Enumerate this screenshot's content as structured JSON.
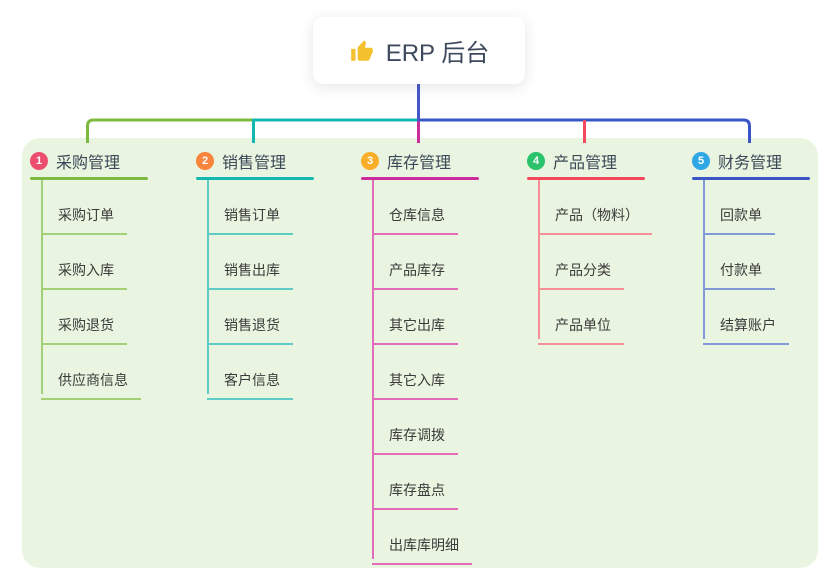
{
  "root": {
    "label": "ERP 后台",
    "icon": "thumbs-up-icon",
    "icon_color": "#f5c02e"
  },
  "branches": [
    {
      "num": "1",
      "title": "采购管理",
      "badge_color": "#ec4e6e",
      "line_color": "#7fba40",
      "child_line_color": "#a2d077",
      "items": [
        "采购订单",
        "采购入库",
        "采购退货",
        "供应商信息"
      ]
    },
    {
      "num": "2",
      "title": "销售管理",
      "badge_color": "#f9853c",
      "line_color": "#15b8b1",
      "child_line_color": "#5ecbc4",
      "items": [
        "销售订单",
        "销售出库",
        "销售退货",
        "客户信息"
      ]
    },
    {
      "num": "3",
      "title": "库存管理",
      "badge_color": "#f9ad29",
      "line_color": "#ca2e9e",
      "child_line_color": "#e26cba",
      "items": [
        "仓库信息",
        "产品库存",
        "其它出库",
        "其它入库",
        "库存调拨",
        "库存盘点",
        "出库库明细"
      ]
    },
    {
      "num": "4",
      "title": "产品管理",
      "badge_color": "#2bc36b",
      "line_color": "#f4495d",
      "child_line_color": "#f68e96",
      "items": [
        "产品（物料）",
        "产品分类",
        "产品单位"
      ]
    },
    {
      "num": "5",
      "title": "财务管理",
      "badge_color": "#2fa7e4",
      "line_color": "#3a55c5",
      "child_line_color": "#8199d6",
      "items": [
        "回款单",
        "付款单",
        "结算账户"
      ]
    }
  ],
  "colors": {
    "root_line": "#4558c8",
    "panel_bg": "#e9f5e0",
    "title_text": "#3b4858",
    "item_text": "#3a3a3a",
    "root_text": "#3d4a5c"
  }
}
